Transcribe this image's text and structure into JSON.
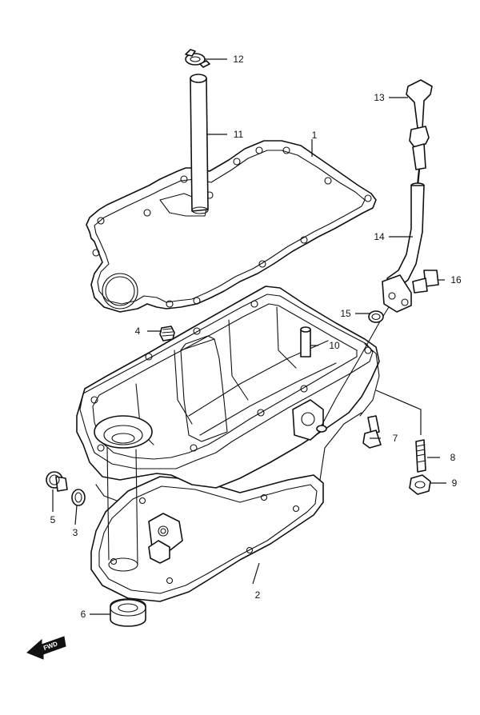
{
  "callouts": {
    "c1": "1",
    "c2": "2",
    "c3": "3",
    "c4": "4",
    "c5": "5",
    "c6": "6",
    "c7": "7",
    "c8": "8",
    "c9": "9",
    "c10": "10",
    "c11": "11",
    "c12": "12",
    "c13": "13",
    "c14": "14",
    "c15": "15",
    "c16": "16"
  },
  "direction_marker": {
    "label": "FWD",
    "icon": "forward-arrow-icon"
  },
  "colors": {
    "line": "#111111",
    "background": "#ffffff"
  }
}
